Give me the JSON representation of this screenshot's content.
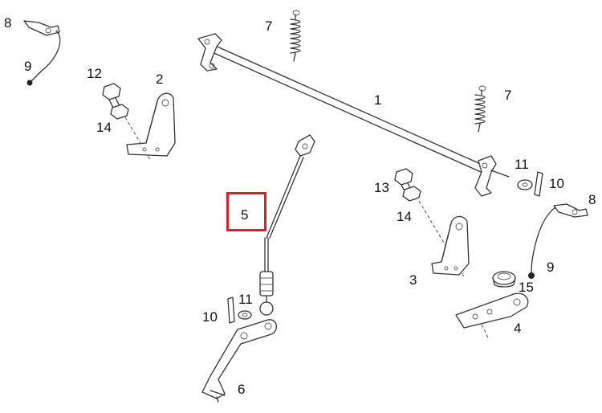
{
  "diagram": {
    "highlighted_part": "5",
    "accent_color": "#d8202a",
    "labels": {
      "p1": "1",
      "p2": "2",
      "p3": "3",
      "p4": "4",
      "p5": "5",
      "p6": "6",
      "p7a": "7",
      "p7b": "7",
      "p8a": "8",
      "p8b": "8",
      "p9a": "9",
      "p9b": "9",
      "p10a": "10",
      "p10b": "10",
      "p11a": "11",
      "p11b": "11",
      "p12": "12",
      "p13": "13",
      "p14a": "14",
      "p14b": "14",
      "p15": "15"
    }
  }
}
